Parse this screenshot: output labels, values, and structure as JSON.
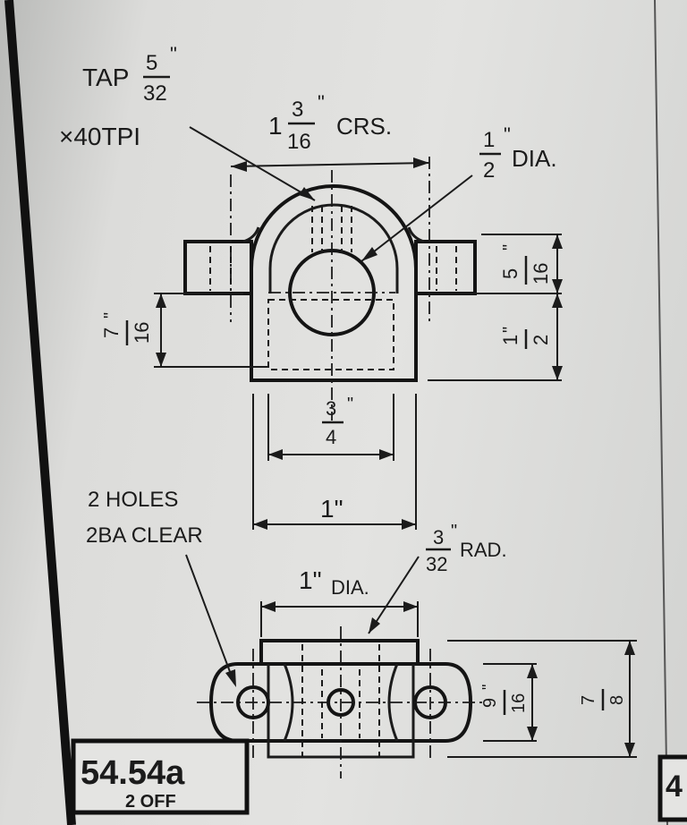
{
  "drawing": {
    "tap": {
      "word": "TAP",
      "num": "5",
      "den": "32",
      "inch": "\"",
      "thread": "×40TPI"
    },
    "crs": {
      "whole": "1",
      "num": "3",
      "den": "16",
      "inch": "\"",
      "suffix": "CRS."
    },
    "bore": {
      "num": "1",
      "den": "2",
      "inch": "\"",
      "suffix": "DIA."
    },
    "flange_height": {
      "num": "5",
      "den": "16",
      "inch": "\""
    },
    "base_height": {
      "whole": "1",
      "inch": "\"",
      "den": "2"
    },
    "left_height": {
      "num": "7",
      "den": "16",
      "inch": "\""
    },
    "inner_width": {
      "num": "3",
      "den": "4",
      "inch": "\""
    },
    "outer_width": {
      "text": "1\""
    },
    "holes": {
      "line1": "2 HOLES",
      "line2": "2BA CLEAR"
    },
    "radius": {
      "num": "3",
      "den": "32",
      "inch": "\"",
      "suffix": "RAD."
    },
    "plan_dia": {
      "text": "1\"",
      "suffix": "DIA."
    },
    "plan_depth": {
      "num": "9",
      "den": "16",
      "inch": "\""
    },
    "plan_width": {
      "num": "7",
      "den": "8"
    }
  },
  "part": {
    "number": "54.54a",
    "qty": "2 OFF",
    "next_partial": "4"
  },
  "colors": {
    "paper": "#e0e0de",
    "ink": "#1b1b1b",
    "border": "#111111"
  }
}
